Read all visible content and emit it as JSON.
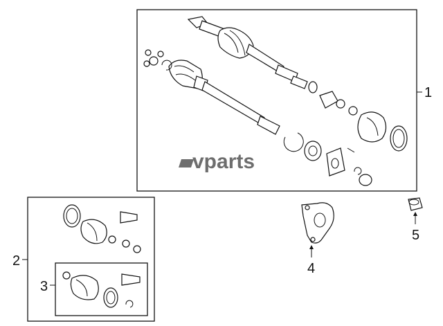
{
  "diagram": {
    "watermark": "vparts",
    "callouts": [
      {
        "id": "1",
        "label": "1"
      },
      {
        "id": "2",
        "label": "2"
      },
      {
        "id": "3",
        "label": "3"
      },
      {
        "id": "4",
        "label": "4"
      },
      {
        "id": "5",
        "label": "5"
      }
    ]
  }
}
